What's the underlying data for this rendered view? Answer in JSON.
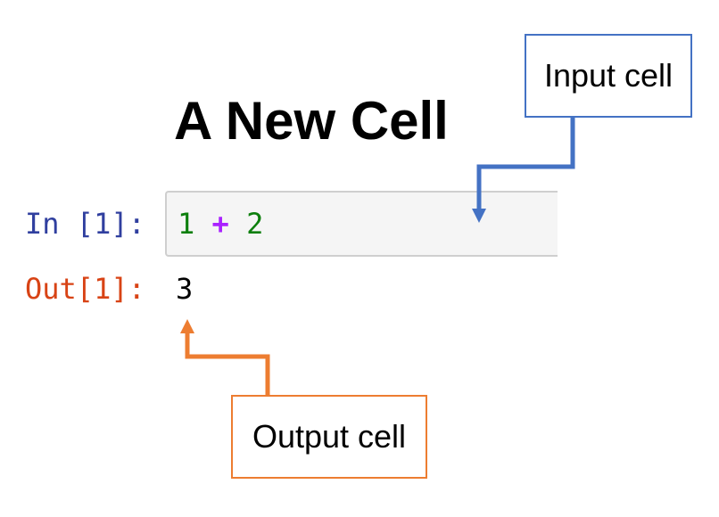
{
  "title": "A New Cell",
  "notebook": {
    "input_cell": {
      "prompt": "In [1]:",
      "code": {
        "left_operand": "1",
        "operator": "+",
        "right_operand": "2"
      }
    },
    "output_cell": {
      "prompt": "Out[1]:",
      "value": "3"
    }
  },
  "callouts": {
    "input": {
      "label": "Input cell",
      "color": "#4472c4"
    },
    "output": {
      "label": "Output cell",
      "color": "#ed7d31"
    }
  },
  "colors": {
    "in_prompt": "#303f9f",
    "out_prompt": "#d84315",
    "code_number": "#0d7f0d",
    "code_operator": "#aa22ff"
  }
}
